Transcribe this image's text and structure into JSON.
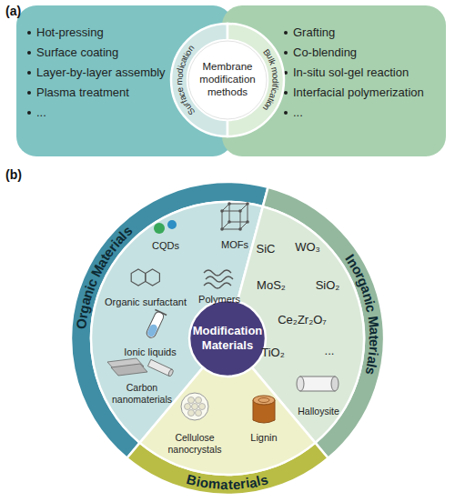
{
  "diagram": {
    "nodes": [
      {
        "text": [
          "Hot-pressing",
          "Surface coating",
          "Layer-by-layer assembly",
          "Plasma treatment",
          "..."
        ]
      },
      {
        "text": [
          "Grafting",
          "Co-blending",
          "In-situ sol-gel reaction",
          "Interfacial polymerization",
          "..."
        ]
      },
      {
        "text": [
          "Surface modication",
          "Bulk modification"
        ]
      },
      {
        "text": [
          "Membrane modification methods"
        ],
        "in": 2
      },
      {
        "text": [
          "Organic Materials"
        ]
      },
      {
        "text": [
          "CQDs",
          "MOFs",
          "Organic surfactant",
          "Polymers",
          "Ionic liquids",
          "Carbon nanomaterials"
        ]
      },
      {
        "text": [
          "Inorganic Materials"
        ]
      },
      {
        "text": [
          "SiC",
          "WO₃",
          "MoS₂",
          "SiO₂",
          "Ce₂Zr₂O₇",
          "TiO₂",
          "...",
          "Halloysite"
        ]
      },
      {
        "text": [
          "Biomaterials"
        ]
      },
      {
        "text": [
          "Cellulose nanocrystals",
          "Lignin"
        ]
      },
      {
        "text": [
          "Modification Materials"
        ]
      }
    ],
    "labels": [
      "(a)",
      "(b)"
    ]
  }
}
